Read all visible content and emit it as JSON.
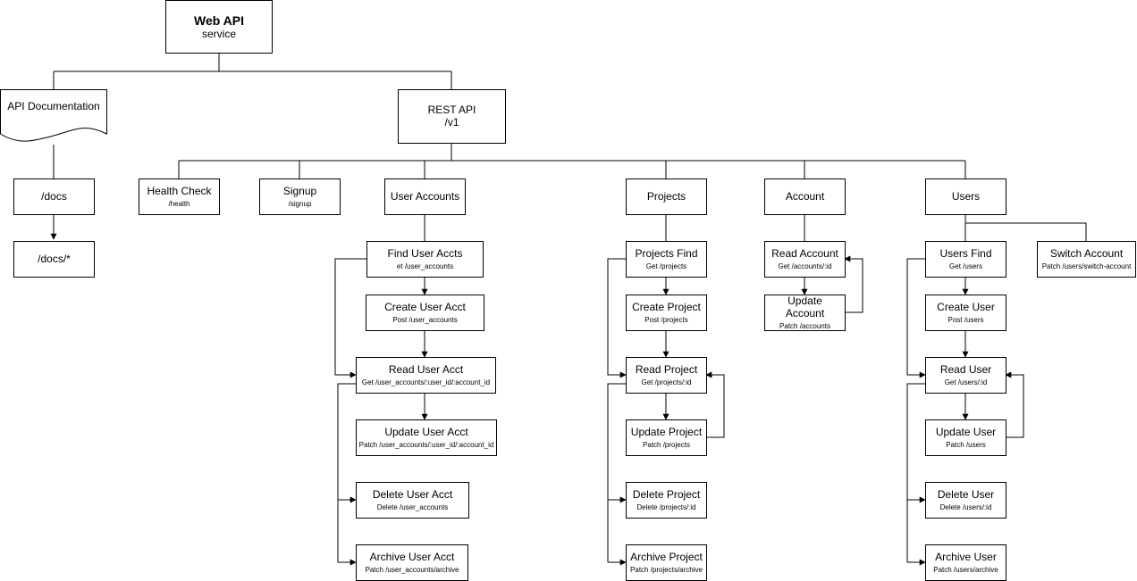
{
  "root": {
    "title": "Web API",
    "subtitle": "service"
  },
  "docs_branch": {
    "api_documentation": "API Documentation",
    "docs": "/docs",
    "docs_wildcard": "/docs/*"
  },
  "rest_api": {
    "title": "REST API",
    "subtitle": "/v1"
  },
  "health_check": {
    "title": "Health Check",
    "path": "/health"
  },
  "signup": {
    "title": "Signup",
    "path": "/signup"
  },
  "user_accounts": {
    "title": "User Accounts",
    "find": {
      "title": "Find User Accts",
      "path": "et /user_accounts"
    },
    "create": {
      "title": "Create User Acct",
      "path": "Post /user_accounts"
    },
    "read": {
      "title": "Read User Acct",
      "path": "Get /user_accounts/:user_id/:account_id"
    },
    "update": {
      "title": "Update User Acct",
      "path": "Patch /user_accounts/:user_id/:account_id"
    },
    "delete": {
      "title": "Delete User Acct",
      "path": "Delete /user_accounts"
    },
    "archive": {
      "title": "Archive User Acct",
      "path": "Patch /user_accounts/archive"
    }
  },
  "projects": {
    "title": "Projects",
    "find": {
      "title": "Projects Find",
      "path": "Get /projects"
    },
    "create": {
      "title": "Create Project",
      "path": "Post /projects"
    },
    "read": {
      "title": "Read Project",
      "path": "Get /projects/:id"
    },
    "update": {
      "title": "Update Project",
      "path": "Patch /projects"
    },
    "delete": {
      "title": "Delete Project",
      "path": "Delete /projects/:id"
    },
    "archive": {
      "title": "Archive Project",
      "path": "Patch /projects/archive"
    }
  },
  "account": {
    "title": "Account",
    "read": {
      "title": "Read Account",
      "path": "Get /accounts/:id"
    },
    "update": {
      "title_line1": "Update",
      "title_line2": "Account",
      "path": "Patch /accounts"
    }
  },
  "users": {
    "title": "Users",
    "find": {
      "title": "Users Find",
      "path": "Get /users"
    },
    "switch_account": {
      "title": "Switch Account",
      "path": "Patch /users/switch-account"
    },
    "create": {
      "title": "Create User",
      "path": "Post /users"
    },
    "read": {
      "title": "Read User",
      "path": "Get /users/:id"
    },
    "update": {
      "title": "Update User",
      "path": "Patch /users"
    },
    "delete": {
      "title": "Delete User",
      "path": "Delete /users/:id"
    },
    "archive": {
      "title": "Archive User",
      "path": "Patch /users/archive"
    }
  }
}
